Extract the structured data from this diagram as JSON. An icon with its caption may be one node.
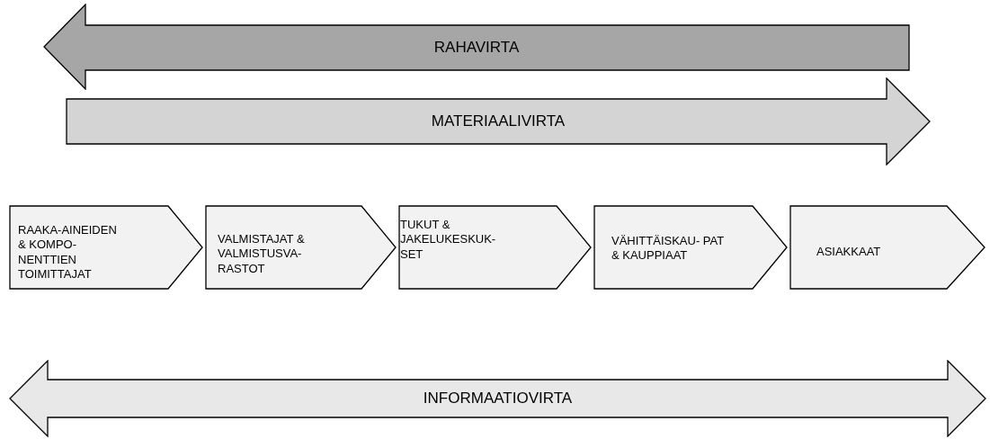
{
  "diagram": {
    "nodes": [
      {
        "text": [
          "RAHAVIRTA"
        ]
      },
      {
        "text": [
          "MATERIAALIVIRTA"
        ]
      },
      {
        "text": [
          "RAAKA-AINEIDEN & KOMPO- NENTTIEN TOIMITTAJAT"
        ]
      },
      {
        "text": [
          "VALMISTAJAT & VALMISTUSVA- RASTOT"
        ]
      },
      {
        "text": [
          "TUKUT & JAKELUKESKUK- SET"
        ]
      },
      {
        "text": [
          "VÄHITTÄISKAU- PAT & KAUPPIAAT"
        ]
      },
      {
        "text": [
          "ASIAKKAAT"
        ]
      },
      {
        "text": [
          "INFORMAATIOVIRTA"
        ]
      }
    ]
  }
}
